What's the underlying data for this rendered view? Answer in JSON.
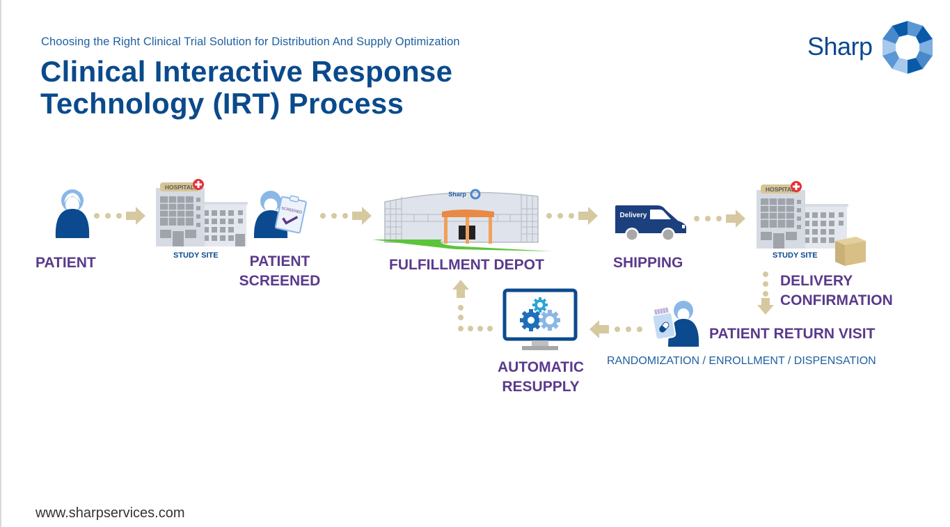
{
  "header": {
    "subtitle": "Choosing the Right Clinical Trial Solution for Distribution And Supply Optimization",
    "title_line1": "Clinical Interactive Response",
    "title_line2": "Technology (IRT) Process"
  },
  "logo": {
    "text": "Sharp",
    "icon": "sharp-gem-icon"
  },
  "colors": {
    "title": "#0a4a8c",
    "label": "#5a3a8c",
    "arrow": "#d6c9a0",
    "person_dark": "#0b4a8e",
    "person_light": "#8ab7e6",
    "depot_orange": "#e88a45",
    "depot_grass": "#5cc43a"
  },
  "steps": {
    "patient": {
      "label": "PATIENT",
      "icon": "patient-icon"
    },
    "study_site_1": {
      "sign": "HOSPITAL",
      "sublabel": "STUDY SITE",
      "icon": "hospital-icon"
    },
    "patient_screened": {
      "line1": "PATIENT",
      "line2": "SCREENED",
      "clipboard": "SCREENED",
      "icon": "patient-screened-icon"
    },
    "fulfillment_depot": {
      "label": "FULFILLMENT DEPOT",
      "sign": "Sharp",
      "icon": "warehouse-icon"
    },
    "shipping": {
      "label": "SHIPPING",
      "van_text": "Delivery",
      "icon": "delivery-van-icon"
    },
    "study_site_2": {
      "sign": "HOSPITAL",
      "sublabel": "STUDY SITE",
      "icon": "hospital-icon"
    },
    "delivery_confirmation": {
      "line1": "DELIVERY",
      "line2": "CONFIRMATION"
    },
    "patient_return_visit": {
      "label": "PATIENT RETURN VISIT",
      "detail": "RANDOMIZATION / ENROLLMENT / DISPENSATION",
      "icon": "patient-medication-icon"
    },
    "automatic_resupply": {
      "line1": "AUTOMATIC",
      "line2": "RESUPPLY",
      "icon": "computer-gears-icon"
    }
  },
  "footer": {
    "url": "www.sharpservices.com"
  }
}
